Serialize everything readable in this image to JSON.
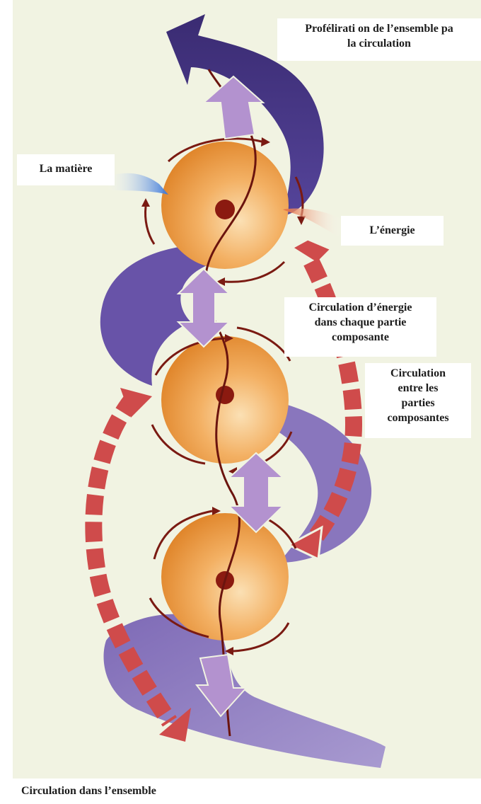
{
  "labels": {
    "proliferation": [
      "Profélirati on de l’ensemble pa",
      "la circulation"
    ],
    "matiere": [
      "La matière"
    ],
    "energie": [
      "L’énergie"
    ],
    "circulation_energie": [
      "Circulation d’énergie",
      "dans chaque partie",
      "composante"
    ],
    "circulation_parties": [
      "Circulation",
      "entre les",
      "parties",
      "composantes"
    ],
    "circulation_ensemble": [
      "Circulation dans l’ensemble"
    ]
  },
  "colors": {
    "background": "#f1f3e2",
    "purple_dark": "#3f2f78",
    "purple_mid": "#6650a4",
    "purple_light": "#8d78bd",
    "lilac_arrow": "#b392cf",
    "red_arrow": "#cf4b4b",
    "orange_ball": "#ee9b3a",
    "dark_red": "#7a1a12"
  }
}
